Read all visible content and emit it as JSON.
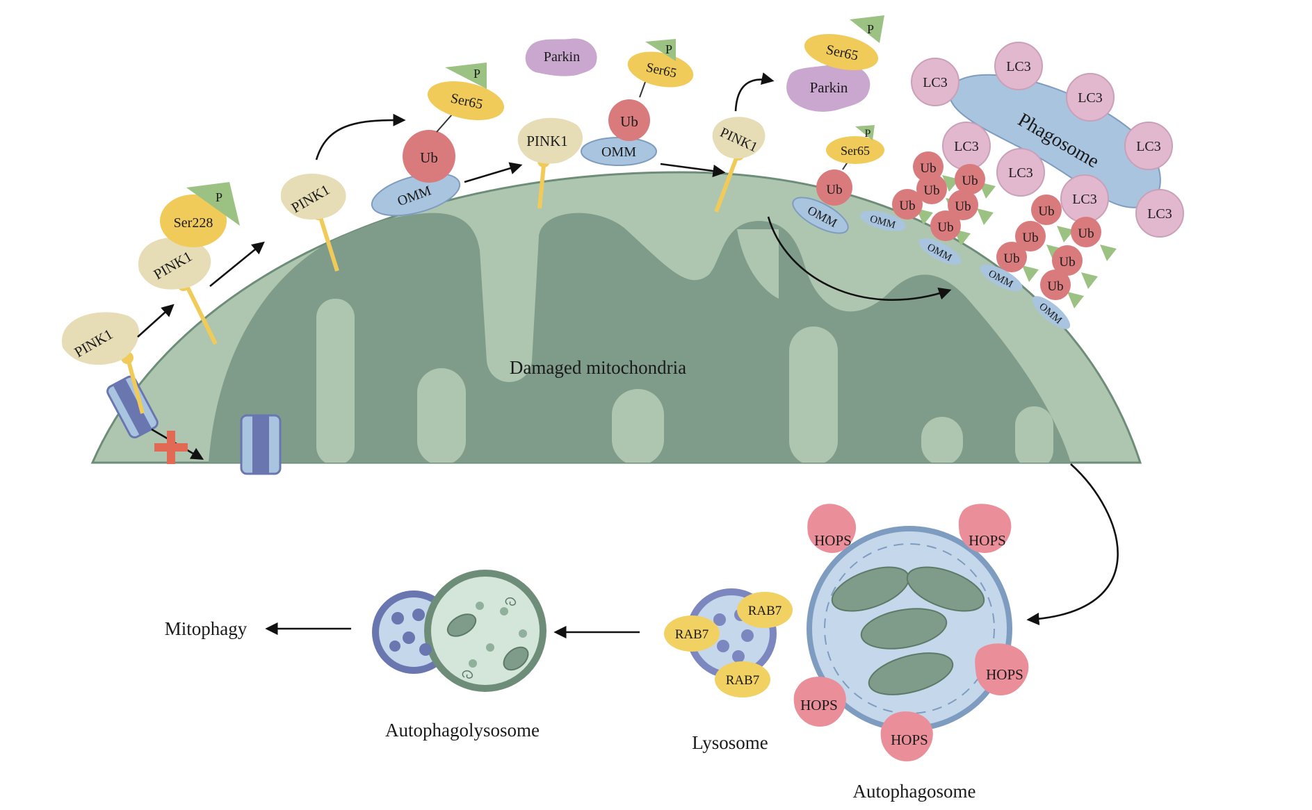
{
  "labels": {
    "pink1": "PINK1",
    "ser228": "Ser228",
    "ser65": "Ser65",
    "p": "P",
    "ub": "Ub",
    "omm": "OMM",
    "parkin": "Parkin",
    "lc3": "LC3",
    "phagosome": "Phagosome",
    "damaged_mitochondria": "Damaged mitochondria",
    "hops": "HOPS",
    "rab7": "RAB7",
    "autophagosome": "Autophagosome",
    "lysosome": "Lysosome",
    "autophagolysosome": "Autophagolysosome",
    "mitophagy": "Mitophagy"
  },
  "colors": {
    "mito_outer": "#aec6b0",
    "mito_inner": "#7f9c8a",
    "mito_outline": "#6e8d78",
    "pink1": "#e6ddb6",
    "pink1_stalk": "#f0cb5a",
    "ser": "#f0cb5a",
    "phospho": "#9cc283",
    "ub": "#d97a7c",
    "omm": "#a9c4df",
    "parkin": "#c9a7cf",
    "lc3": "#e2b8cf",
    "phagosome": "#a9c4df",
    "hops": "#ea8f9a",
    "rab7": "#f1d162",
    "lysosome": "#7c86bf",
    "autophagosome": "#c5d7ea",
    "block": "#e26a55"
  }
}
